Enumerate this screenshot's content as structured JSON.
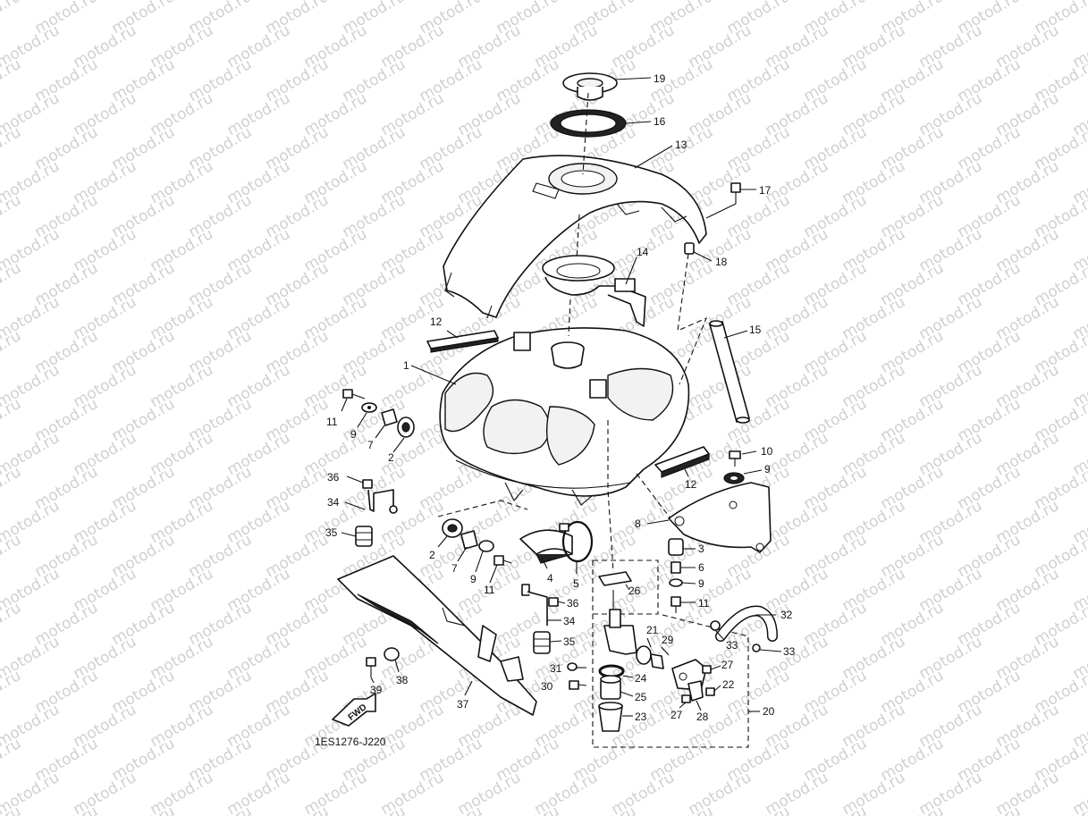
{
  "watermark": {
    "text": "motod.ru"
  },
  "diagram_code": "1ES1276-J220",
  "fwd_label": "FWD",
  "callouts": [
    {
      "id": "c19",
      "text": "19"
    },
    {
      "id": "c16",
      "text": "16"
    },
    {
      "id": "c13",
      "text": "13"
    },
    {
      "id": "c17",
      "text": "17"
    },
    {
      "id": "c14",
      "text": "14"
    },
    {
      "id": "c18",
      "text": "18"
    },
    {
      "id": "c15",
      "text": "15"
    },
    {
      "id": "c12a",
      "text": "12"
    },
    {
      "id": "c1",
      "text": "1"
    },
    {
      "id": "c11a",
      "text": "11"
    },
    {
      "id": "c9a",
      "text": "9"
    },
    {
      "id": "c7a",
      "text": "7"
    },
    {
      "id": "c2a",
      "text": "2"
    },
    {
      "id": "c10",
      "text": "10"
    },
    {
      "id": "c9b",
      "text": "9"
    },
    {
      "id": "c12b",
      "text": "12"
    },
    {
      "id": "c36a",
      "text": "36"
    },
    {
      "id": "c34a",
      "text": "34"
    },
    {
      "id": "c35a",
      "text": "35"
    },
    {
      "id": "c8",
      "text": "8"
    },
    {
      "id": "c3",
      "text": "3"
    },
    {
      "id": "c6",
      "text": "6"
    },
    {
      "id": "c9c",
      "text": "9"
    },
    {
      "id": "c11c",
      "text": "11"
    },
    {
      "id": "c2b",
      "text": "2"
    },
    {
      "id": "c7b",
      "text": "7"
    },
    {
      "id": "c9d",
      "text": "9"
    },
    {
      "id": "c11b",
      "text": "11"
    },
    {
      "id": "c4",
      "text": "4"
    },
    {
      "id": "c5",
      "text": "5"
    },
    {
      "id": "c26",
      "text": "26"
    },
    {
      "id": "c36b",
      "text": "36"
    },
    {
      "id": "c34b",
      "text": "34"
    },
    {
      "id": "c35b",
      "text": "35"
    },
    {
      "id": "c32",
      "text": "32"
    },
    {
      "id": "c21",
      "text": "21"
    },
    {
      "id": "c29",
      "text": "29"
    },
    {
      "id": "c33a",
      "text": "33"
    },
    {
      "id": "c33b",
      "text": "33"
    },
    {
      "id": "c31",
      "text": "31"
    },
    {
      "id": "c24",
      "text": "24"
    },
    {
      "id": "c27a",
      "text": "27"
    },
    {
      "id": "c22",
      "text": "22"
    },
    {
      "id": "c30",
      "text": "30"
    },
    {
      "id": "c25",
      "text": "25"
    },
    {
      "id": "c39",
      "text": "39"
    },
    {
      "id": "c38",
      "text": "38"
    },
    {
      "id": "c37",
      "text": "37"
    },
    {
      "id": "c27b",
      "text": "27"
    },
    {
      "id": "c28",
      "text": "28"
    },
    {
      "id": "c20",
      "text": "20"
    },
    {
      "id": "c23",
      "text": "23"
    }
  ]
}
